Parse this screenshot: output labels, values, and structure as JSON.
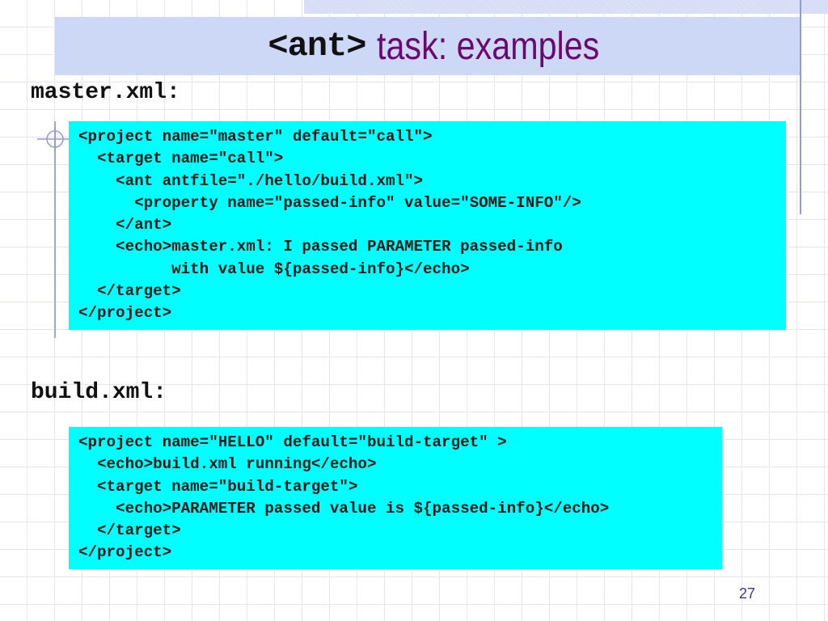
{
  "slide": {
    "title_code": "<ant>",
    "title_text": "task: examples",
    "page_number": "27",
    "colors": {
      "title_bar": "#cdd8f6",
      "title_text": "#6a0a6e",
      "code_background": "#00ffff",
      "accent_line": "#8f9cd6"
    }
  },
  "sections": [
    {
      "label": "master.xml:",
      "code_lines": [
        "<project name=\"master\" default=\"call\">",
        "  <target name=\"call\">",
        "    <ant antfile=\"./hello/build.xml\">",
        "      <property name=\"passed-info\" value=\"SOME-INFO\"/>",
        "    </ant>",
        "    <echo>master.xml: I passed PARAMETER passed-info",
        "          with value ${passed-info}</echo>",
        "  </target>",
        "</project>"
      ]
    },
    {
      "label": "build.xml:",
      "code_lines": [
        "<project name=\"HELLO\" default=\"build-target\" >",
        "  <echo>build.xml running</echo>",
        "  <target name=\"build-target\">",
        "    <echo>PARAMETER passed value is ${passed-info}</echo>",
        "  </target>",
        "</project>"
      ]
    }
  ]
}
